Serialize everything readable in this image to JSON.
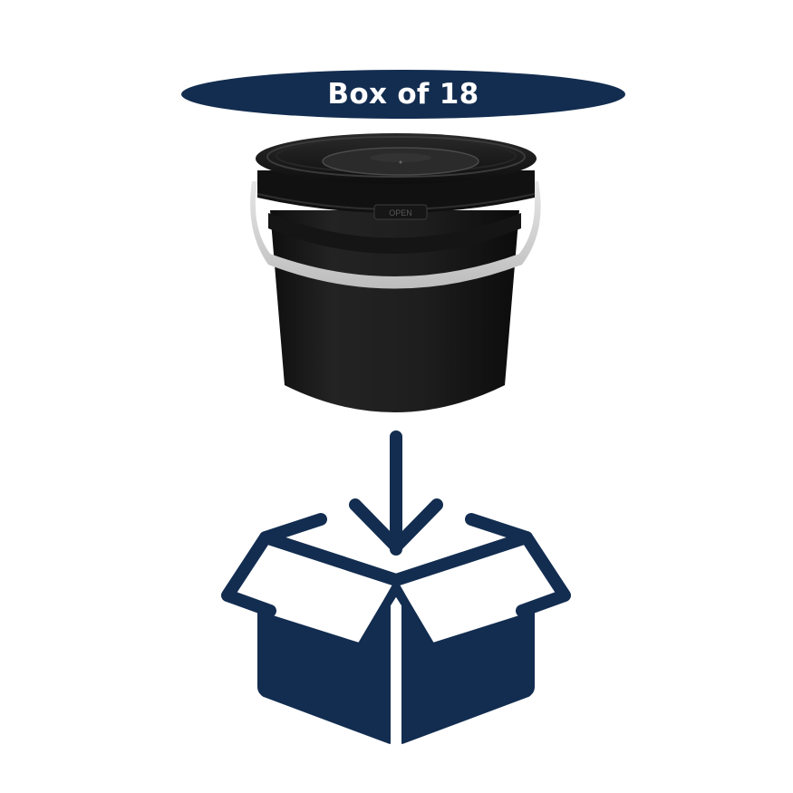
{
  "badge": {
    "label": "Box of 18",
    "background_color": "#132d50",
    "text_color": "#ffffff"
  },
  "product_image": {
    "icon": "black-plastic-bucket-with-lid-and-handle",
    "lid_tab_text": "OPEN",
    "body_color": "#1c1c1c",
    "handle_color": "#d4d4d4"
  },
  "pack_icon": {
    "icon": "arrow-into-open-box-icon",
    "color": "#132d50"
  }
}
